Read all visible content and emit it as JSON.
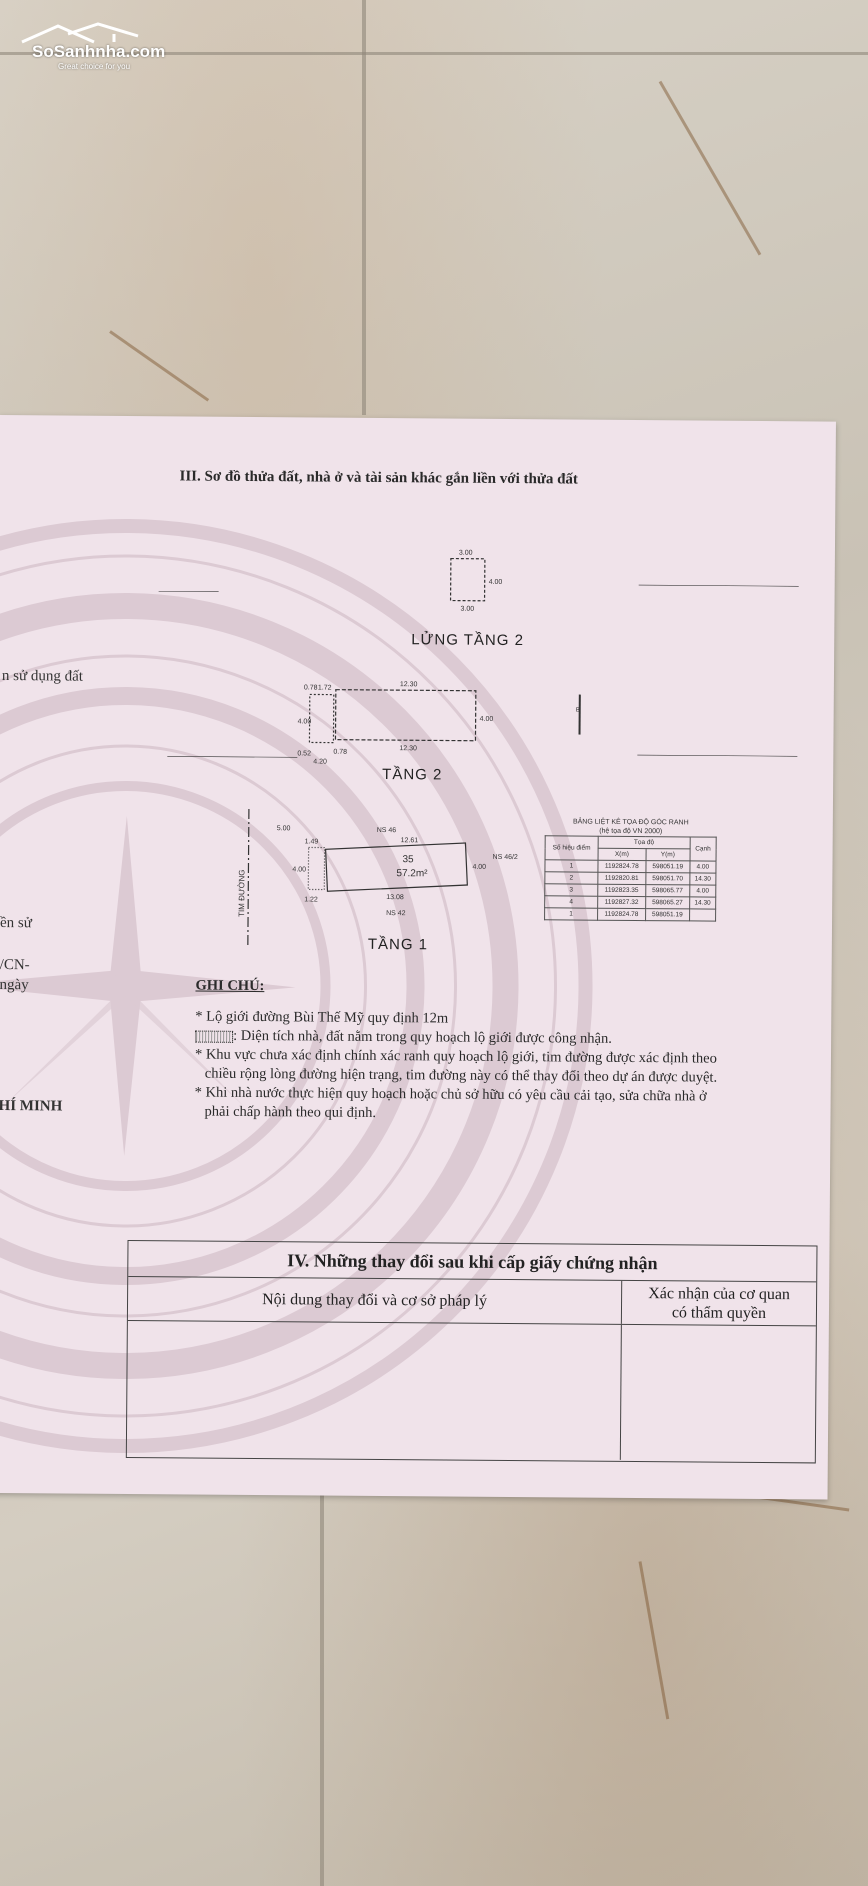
{
  "watermark": {
    "brand": "SoSanhnha.com",
    "tagline": "Great choice for you"
  },
  "section3": {
    "title": "III. Sơ đồ thửa đất, nhà ở và tài sản khác gắn liền với thửa đất",
    "left_fragments": [
      "n sử dụng đất",
      "ền sử",
      "/CN-",
      "ngày",
      "HÍ MINH"
    ]
  },
  "sketch": {
    "floors": {
      "mezzanine": "LỬNG TẦNG 2",
      "floor2": "TẦNG 2",
      "floor1": "TẦNG 1"
    },
    "mezzanine_dims": [
      "3.00",
      "4.00",
      "3.00"
    ],
    "floor2_dims": [
      "0.78",
      "1.72",
      "12.30",
      "4.00",
      "4.00",
      "12.30",
      "0.52",
      "0.78",
      "4.20"
    ],
    "floor1_dims": [
      "5.00",
      "NS 46",
      "12.61",
      "35",
      "57.2m²",
      "4.00",
      "NS 46/2",
      "1.49",
      "4.00",
      "1.22",
      "13.08",
      "NS 42"
    ],
    "street_label": "TIM ĐƯỜNG",
    "north_mark": "B"
  },
  "coord_table": {
    "caption": "BẢNG LIỆT KÊ TỌA ĐỘ GÓC RANH",
    "subcaption": "(hệ tọa độ VN 2000)",
    "header_point": "Số hiệu điểm",
    "header_group": "Tọa độ",
    "header_x": "X(m)",
    "header_y": "Y(m)",
    "header_edge": "Cạnh",
    "rows": [
      {
        "p": "1",
        "x": "1192824.78",
        "y": "598051.19",
        "edge": "4.00"
      },
      {
        "p": "2",
        "x": "1192820.81",
        "y": "598051.70",
        "edge": "14.30"
      },
      {
        "p": "3",
        "x": "1192823.35",
        "y": "598065.77",
        "edge": "4.00"
      },
      {
        "p": "4",
        "x": "1192827.32",
        "y": "598065.27",
        "edge": "14.30"
      },
      {
        "p": "1",
        "x": "1192824.78",
        "y": "598051.19",
        "edge": ""
      }
    ]
  },
  "notes": {
    "heading": "GHI CHÚ:",
    "n1": "* Lộ giới đường Bùi Thế Mỹ quy định 12m",
    "n2": ": Diện tích nhà, đất nằm trong quy hoạch lộ giới được công nhận.",
    "n3a": "* Khu vực chưa xác định chính xác ranh quy hoạch lộ giới, tim đường được xác định theo",
    "n3b": "chiều rộng lòng đường hiện trạng, tim đường này có thể thay đổi theo dự án được duyệt.",
    "n4a": "* Khi nhà nước thực hiện quy hoạch hoặc chủ sở hữu có yêu cầu cải tạo, sửa chữa nhà ở",
    "n4b": "phải chấp hành theo qui định."
  },
  "section4": {
    "title": "IV. Những thay đổi sau khi cấp giấy chứng nhận",
    "col1": "Nội dung thay đổi và cơ sở pháp lý",
    "col2a": "Xác nhận của cơ quan",
    "col2b": "có thẩm quyền"
  }
}
